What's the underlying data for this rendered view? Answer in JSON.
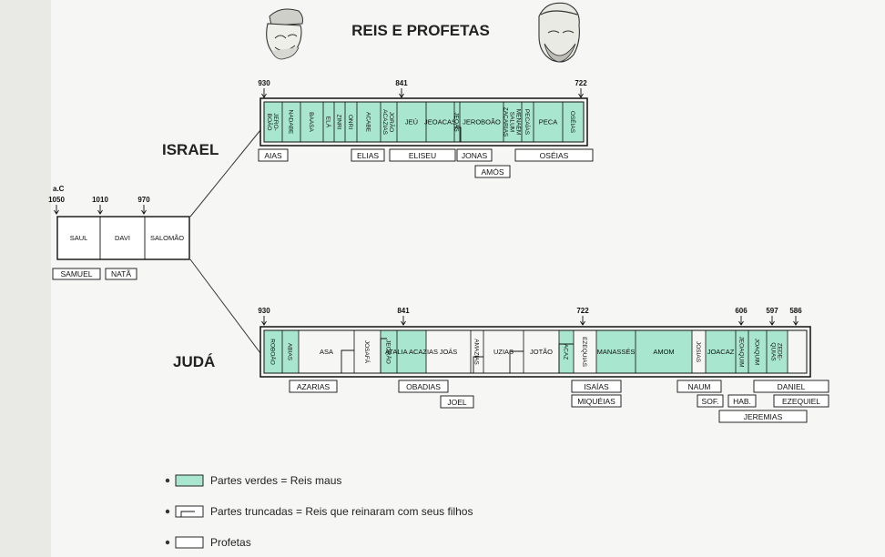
{
  "title": "REIS E PROFETAS",
  "colors": {
    "evil": "#a8e6cf",
    "ink": "#111111",
    "paper": "#f6f6f4"
  },
  "united": {
    "era": "a.C",
    "years": [
      "1050",
      "1010",
      "970"
    ],
    "kings": [
      "SAUL",
      "DAVI",
      "SALOMÃO"
    ],
    "prophets": [
      "SAMUEL",
      "NATÃ"
    ]
  },
  "israel": {
    "label": "ISRAEL",
    "years": [
      "930",
      "841",
      "722"
    ],
    "kings": [
      {
        "name": "JERO-\nBOÃO",
        "evil": true
      },
      {
        "name": "NADABE",
        "evil": true
      },
      {
        "name": "BAASA",
        "evil": true
      },
      {
        "name": "ELÁ",
        "evil": true
      },
      {
        "name": "ZINRI",
        "evil": true
      },
      {
        "name": "ONRI",
        "evil": true
      },
      {
        "name": "ACABE",
        "evil": true
      },
      {
        "name": "JORÃO\nACAZIAS",
        "evil": true
      },
      {
        "name": "JEÚ",
        "evil": true
      },
      {
        "name": "JEOACAS",
        "evil": true
      },
      {
        "name": "JEOÁS",
        "evil": true
      },
      {
        "name": "JEROBOÃO",
        "evil": true
      },
      {
        "name": "MENAÉM\nSALUM\nZACARIAS",
        "evil": true
      },
      {
        "name": "PECAÍAS",
        "evil": true
      },
      {
        "name": "PECA",
        "evil": true
      },
      {
        "name": "OSÉIAS",
        "evil": true
      }
    ],
    "prophets": [
      "AIAS",
      "ELIAS",
      "ELISEU",
      "JONAS",
      "AMÓS",
      "OSÉIAS"
    ]
  },
  "juda": {
    "label": "JUDÁ",
    "years": [
      "930",
      "841",
      "722",
      "606",
      "597",
      "586"
    ],
    "kings": [
      {
        "name": "ROBOÃO",
        "evil": true
      },
      {
        "name": "ABIAS",
        "evil": true
      },
      {
        "name": "ASA",
        "evil": false
      },
      {
        "name": "JOSAFÁ",
        "evil": false
      },
      {
        "name": "JEORÃO",
        "evil": true
      },
      {
        "name": "ATALIA\nACAZIAS",
        "evil": true
      },
      {
        "name": "JOÁS",
        "evil": false
      },
      {
        "name": "AMAZIAS",
        "evil": false
      },
      {
        "name": "UZIAS",
        "evil": false
      },
      {
        "name": "JOTÃO",
        "evil": false
      },
      {
        "name": "ACAZ",
        "evil": true
      },
      {
        "name": "EZEQUIAS",
        "evil": false
      },
      {
        "name": "MANASSÉS",
        "evil": true
      },
      {
        "name": "AMOM",
        "evil": true
      },
      {
        "name": "JOSIAS",
        "evil": false
      },
      {
        "name": "JOACAZ",
        "evil": true
      },
      {
        "name": "JEOAQUIM",
        "evil": true
      },
      {
        "name": "JOAQUIM",
        "evil": true
      },
      {
        "name": "ZEDE-\nQUIAS",
        "evil": true
      }
    ],
    "prophets": [
      "AZARIAS",
      "OBADIAS",
      "JOEL",
      "ISAÍAS",
      "MIQUÉIAS",
      "NAUM",
      "SOF.",
      "HAB.",
      "DANIEL",
      "EZEQUIEL",
      "JEREMIAS"
    ]
  },
  "legend": [
    {
      "symbol": "green",
      "text": "Partes verdes  =  Reis maus"
    },
    {
      "symbol": "truncated",
      "text": "Partes truncadas  =  Reis que reinaram com seus filhos"
    },
    {
      "symbol": "box",
      "text": "Profetas"
    }
  ]
}
